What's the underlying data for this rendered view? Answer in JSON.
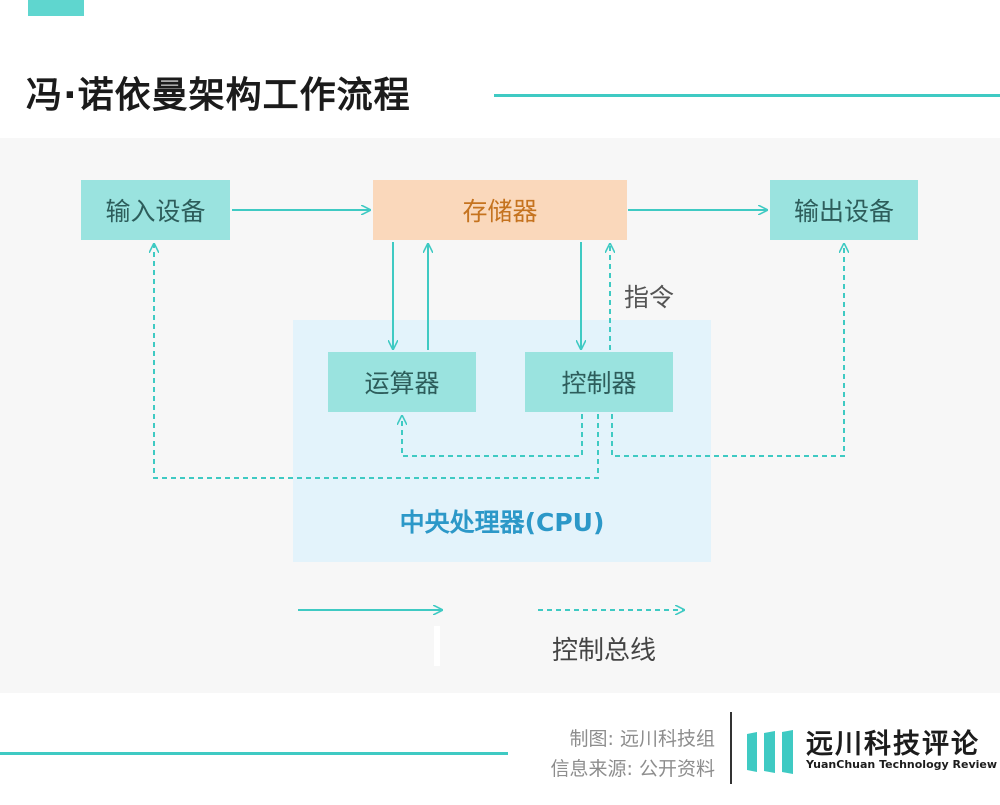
{
  "title": "冯·诺依曼架构工作流程",
  "nodes": {
    "input_device": "输入设备",
    "memory": "存储器",
    "output_device": "输出设备",
    "alu": "运算器",
    "controller": "控制器",
    "cpu": "中央处理器(CPU)"
  },
  "labels": {
    "instruction": "指令",
    "control_bus": "控制总线"
  },
  "footer": {
    "credit_maker": "制图: 远川科技组",
    "credit_source": "信息来源: 公开资料",
    "brand_name": "远川科技评论",
    "brand_en": "YuanChuan Technology Review"
  },
  "colors": {
    "accent": "#3fcac3",
    "node_teal": "#9ae3df",
    "node_orange": "#fad8bb",
    "cpu_region": "#e3f3fb",
    "cpu_text": "#2c98c8"
  }
}
